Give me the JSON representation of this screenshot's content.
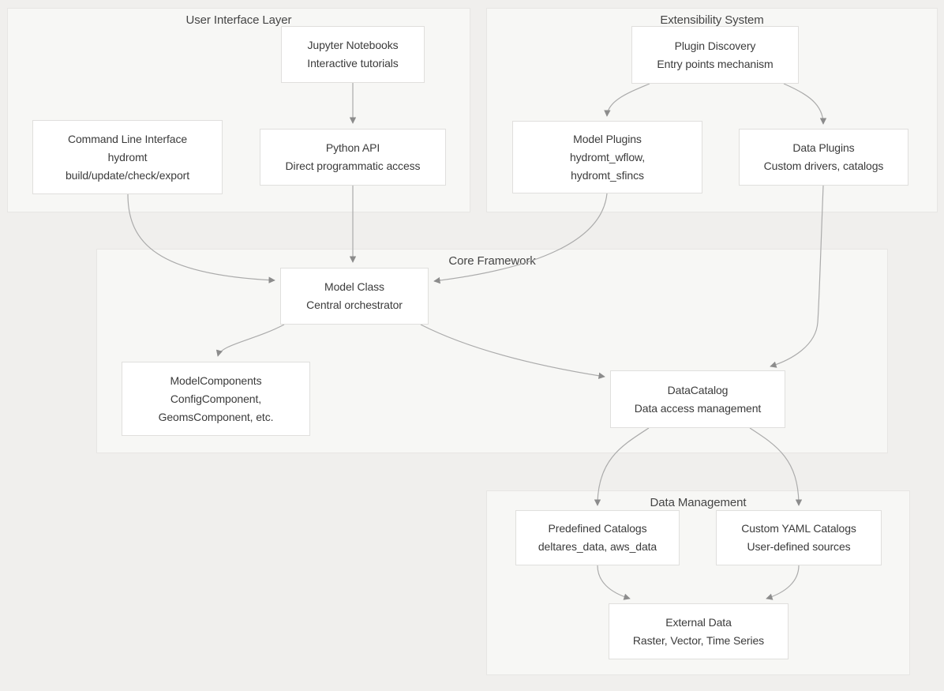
{
  "containers": {
    "ui_layer": {
      "title": "User Interface Layer"
    },
    "extensibility": {
      "title": "Extensibility System"
    },
    "core": {
      "title": "Core Framework"
    },
    "data_mgmt": {
      "title": "Data Management"
    }
  },
  "nodes": {
    "jupyter": {
      "lines": [
        "Jupyter Notebooks",
        "Interactive tutorials"
      ]
    },
    "cli": {
      "lines": [
        "Command Line Interface",
        "hydromt",
        "build/update/check/export"
      ]
    },
    "python_api": {
      "lines": [
        "Python API",
        "Direct programmatic access"
      ]
    },
    "plugin_discovery": {
      "lines": [
        "Plugin Discovery",
        "Entry points mechanism"
      ]
    },
    "model_plugins": {
      "lines": [
        "Model Plugins",
        "hydromt_wflow,",
        "hydromt_sfincs"
      ]
    },
    "data_plugins": {
      "lines": [
        "Data Plugins",
        "Custom drivers, catalogs"
      ]
    },
    "model_class": {
      "lines": [
        "Model Class",
        "Central orchestrator"
      ]
    },
    "model_components": {
      "lines": [
        "ModelComponents",
        "ConfigComponent,",
        "GeomsComponent, etc."
      ]
    },
    "data_catalog": {
      "lines": [
        "DataCatalog",
        "Data access management"
      ]
    },
    "predefined_catalogs": {
      "lines": [
        "Predefined Catalogs",
        "deltares_data, aws_data"
      ]
    },
    "custom_yaml_catalogs": {
      "lines": [
        "Custom YAML Catalogs",
        "User-defined sources"
      ]
    },
    "external_data": {
      "lines": [
        "External Data",
        "Raster, Vector, Time Series"
      ]
    }
  },
  "edges": [
    {
      "from": "Jupyter Notebooks",
      "to": "Python API"
    },
    {
      "from": "Command Line Interface",
      "to": "Model Class"
    },
    {
      "from": "Python API",
      "to": "Model Class"
    },
    {
      "from": "Plugin Discovery",
      "to": "Model Plugins"
    },
    {
      "from": "Plugin Discovery",
      "to": "Data Plugins"
    },
    {
      "from": "Model Plugins",
      "to": "Model Class"
    },
    {
      "from": "Data Plugins",
      "to": "DataCatalog"
    },
    {
      "from": "Model Class",
      "to": "ModelComponents"
    },
    {
      "from": "Model Class",
      "to": "DataCatalog"
    },
    {
      "from": "DataCatalog",
      "to": "Predefined Catalogs"
    },
    {
      "from": "DataCatalog",
      "to": "Custom YAML Catalogs"
    },
    {
      "from": "Predefined Catalogs",
      "to": "External Data"
    },
    {
      "from": "Custom YAML Catalogs",
      "to": "External Data"
    }
  ],
  "colors": {
    "page_background": "#f0efed",
    "group_background": "#f7f7f5",
    "group_border": "#e7e6e4",
    "node_background": "#ffffff",
    "node_border": "#e0dfdd",
    "edge_stroke": "#ababab",
    "arrowhead": "#8c8c8c",
    "text": "#3b3b3b"
  }
}
